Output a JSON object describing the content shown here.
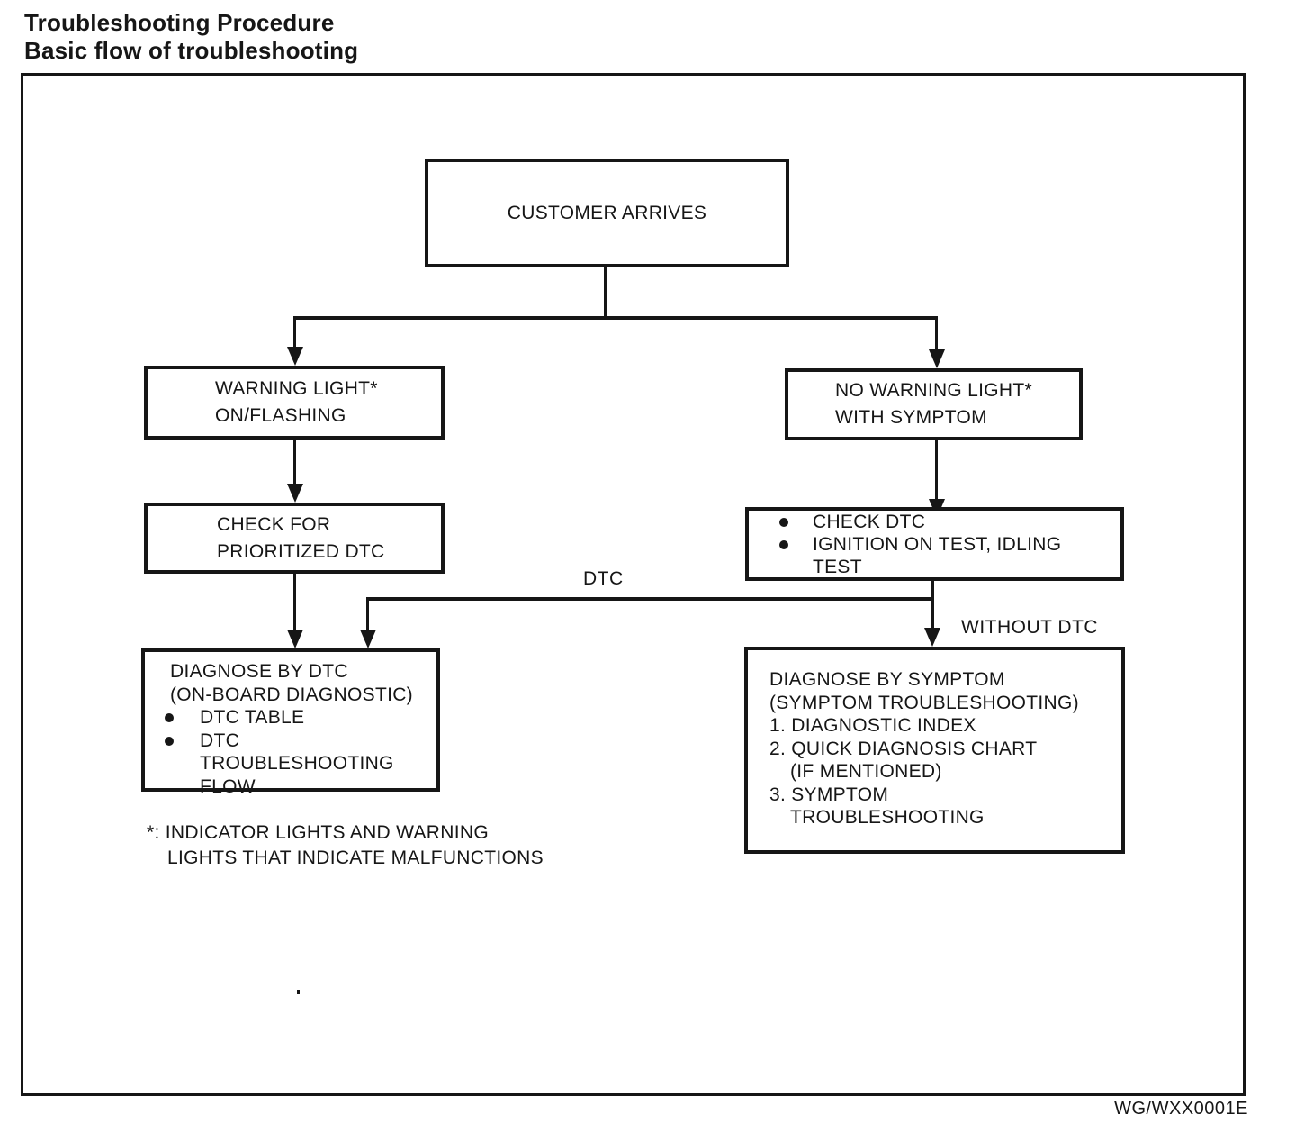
{
  "page": {
    "title_line1": "Troubleshooting Procedure",
    "title_line2": "Basic flow of troubleshooting",
    "figure_code": "WG/WXX0001E"
  },
  "colors": {
    "ink": "#161616",
    "paper": "#ffffff"
  },
  "flowchart": {
    "customer_arrives": {
      "label": "CUSTOMER ARRIVES"
    },
    "warning_light": {
      "lines": [
        "WARNING LIGHT*",
        "ON/FLASHING"
      ]
    },
    "check_prioritized_dtc": {
      "lines": [
        "CHECK FOR",
        "PRIORITIZED DTC"
      ]
    },
    "diagnose_by_dtc": {
      "title_lines": [
        "DIAGNOSE BY DTC",
        "(ON-BOARD DIAGNOSTIC)"
      ],
      "bullets": [
        {
          "lines": [
            "DTC TABLE"
          ]
        },
        {
          "lines": [
            "DTC",
            "TROUBLESHOOTING",
            "FLOW"
          ]
        }
      ]
    },
    "no_warning_light": {
      "lines": [
        "NO WARNING LIGHT*",
        "WITH SYMPTOM"
      ]
    },
    "check_dtc": {
      "bullets": [
        {
          "lines": [
            "CHECK DTC"
          ]
        },
        {
          "lines": [
            "IGNITION ON TEST, IDLING",
            "TEST"
          ]
        }
      ]
    },
    "diagnose_by_symptom": {
      "title_lines": [
        "DIAGNOSE BY SYMPTOM",
        "(SYMPTOM TROUBLESHOOTING)"
      ],
      "items": [
        {
          "lines": [
            "1. DIAGNOSTIC INDEX"
          ]
        },
        {
          "lines": [
            "2. QUICK DIAGNOSIS CHART",
            "(IF MENTIONED)"
          ]
        },
        {
          "lines": [
            "3. SYMPTOM",
            "TROUBLESHOOTING"
          ]
        }
      ]
    },
    "edge_labels": {
      "dtc": "DTC",
      "without_dtc": "WITHOUT DTC"
    },
    "footnote_line1": "*: INDICATOR LIGHTS AND WARNING",
    "footnote_line2": "LIGHTS THAT INDICATE MALFUNCTIONS"
  }
}
